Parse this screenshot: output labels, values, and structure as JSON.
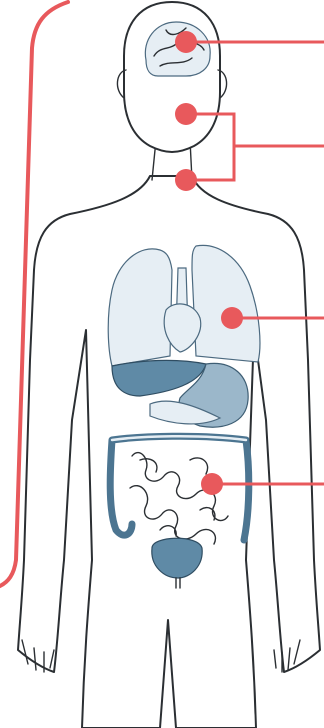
{
  "diagram": {
    "accent_color": "#e8595c",
    "organ_color": "#6f97b3",
    "outline_color": "#2b2f33",
    "markers": [
      {
        "name": "brain",
        "connector": "single"
      },
      {
        "name": "mouth",
        "connector": "bracket"
      },
      {
        "name": "throat",
        "connector": "bracket"
      },
      {
        "name": "lungs",
        "connector": "single"
      },
      {
        "name": "intestines",
        "connector": "single"
      }
    ]
  }
}
